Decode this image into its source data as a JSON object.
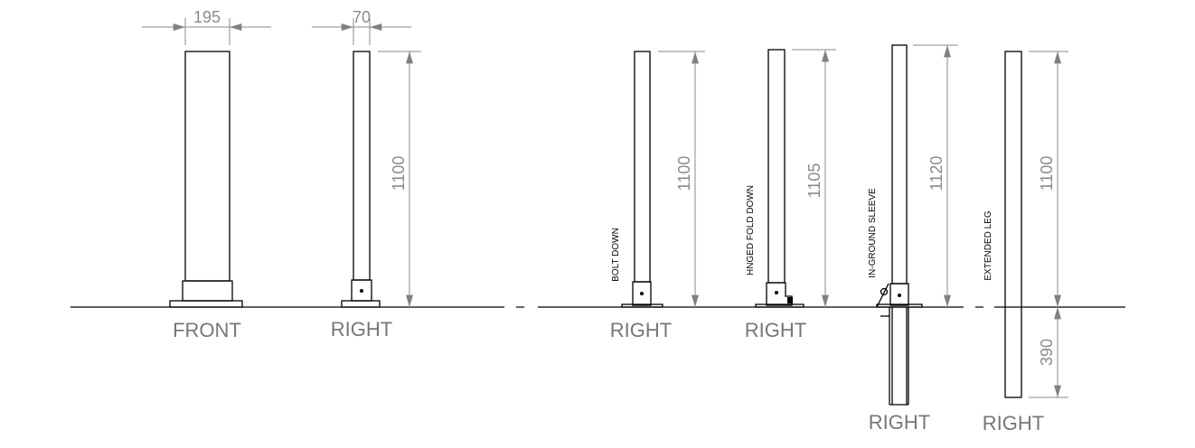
{
  "dimensions": {
    "front_width": "195",
    "right_width": "70",
    "right_height": "1100",
    "bolt_down_height": "1100",
    "hinged_height": "1105",
    "in_ground_height": "1120",
    "extended_height": "1100",
    "extended_below": "390"
  },
  "views": {
    "front": "FRONT",
    "right": "RIGHT",
    "bolt_down": "RIGHT",
    "hinged": "RIGHT",
    "in_ground": "RIGHT",
    "extended": "RIGHT"
  },
  "notes": {
    "bolt_down": "BOLT DOWN",
    "hinged": "HNGED FOLD DOWN",
    "in_ground": "IN-GROUND SLEEVE",
    "extended": "EXTENDED LEG"
  }
}
